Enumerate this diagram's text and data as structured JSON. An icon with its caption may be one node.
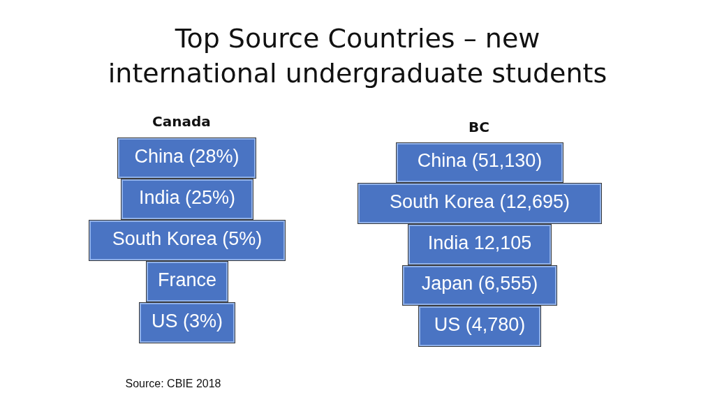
{
  "diagram": {
    "title": "Top Source Countries – new international undergraduate students",
    "nodes": [
      {
        "text": [
          "China (28%)"
        ]
      },
      {
        "text": [
          "India (25%)"
        ]
      },
      {
        "text": [
          "South Korea (5%)"
        ]
      },
      {
        "text": [
          "France"
        ]
      },
      {
        "text": [
          "US (3%)"
        ]
      },
      {
        "text": [
          "China (51,130)"
        ]
      },
      {
        "text": [
          "South Korea (12,695)"
        ]
      },
      {
        "text": [
          "India 12,105"
        ]
      },
      {
        "text": [
          "Japan (6,555)"
        ]
      },
      {
        "text": [
          "US (4,780)"
        ]
      }
    ],
    "labels": [
      "Canada",
      "BC",
      "Source: CBIE 2018"
    ]
  }
}
